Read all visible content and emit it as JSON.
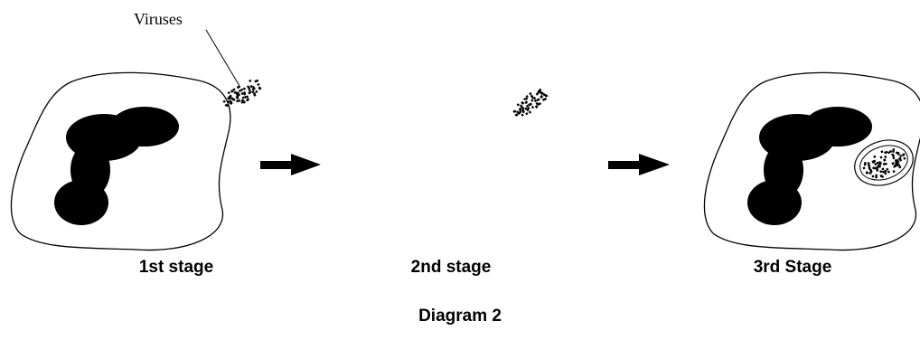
{
  "annotation": {
    "viruses_label": "Viruses"
  },
  "stages": [
    {
      "label": "1st stage"
    },
    {
      "label": "2nd stage"
    },
    {
      "label": "3rd Stage"
    }
  ],
  "caption": "Diagram 2"
}
